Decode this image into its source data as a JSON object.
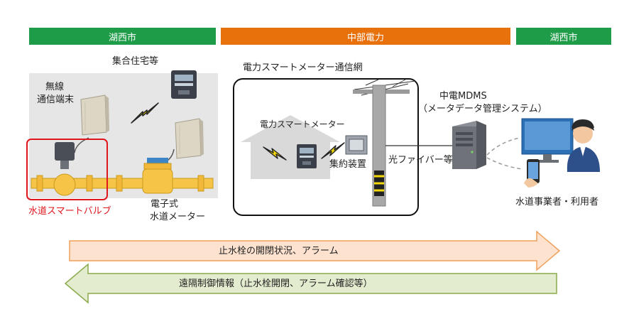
{
  "header_bars": [
    {
      "label": "湖西市",
      "color": "#1f9c48"
    },
    {
      "label": "中部電力",
      "color": "#e8710c"
    },
    {
      "label": "湖西市",
      "color": "#1f9c48"
    }
  ],
  "apartment": {
    "title": "集合住宅等",
    "wireless_terminal": [
      "無線",
      "通信端末"
    ],
    "smart_valve": "水道スマートバルブ",
    "water_meter": [
      "電子式",
      "水道メーター"
    ]
  },
  "network": {
    "title": "電力スマートメーター通信網",
    "smart_meter": "電力スマートメーター",
    "concentrator": "集約装置",
    "fiber": "光ファイバー等"
  },
  "mdms": {
    "title": "中電MDMS",
    "subtitle": "（メータデータ管理システム）"
  },
  "users": "水道事業者・利用者",
  "arrows": {
    "forward": "止水栓の開閉状況、アラーム",
    "backward": "遠隔制御情報（止水栓開閉、アラーム確認等）"
  },
  "colors": {
    "valve_highlight": "#e0161d",
    "pipe": "#f6c548",
    "forward_arrow_fill": "#fde3cf",
    "forward_arrow_stroke": "#f0a05a",
    "backward_arrow_fill": "#e4eccf",
    "backward_arrow_stroke": "#8aaa4a"
  }
}
